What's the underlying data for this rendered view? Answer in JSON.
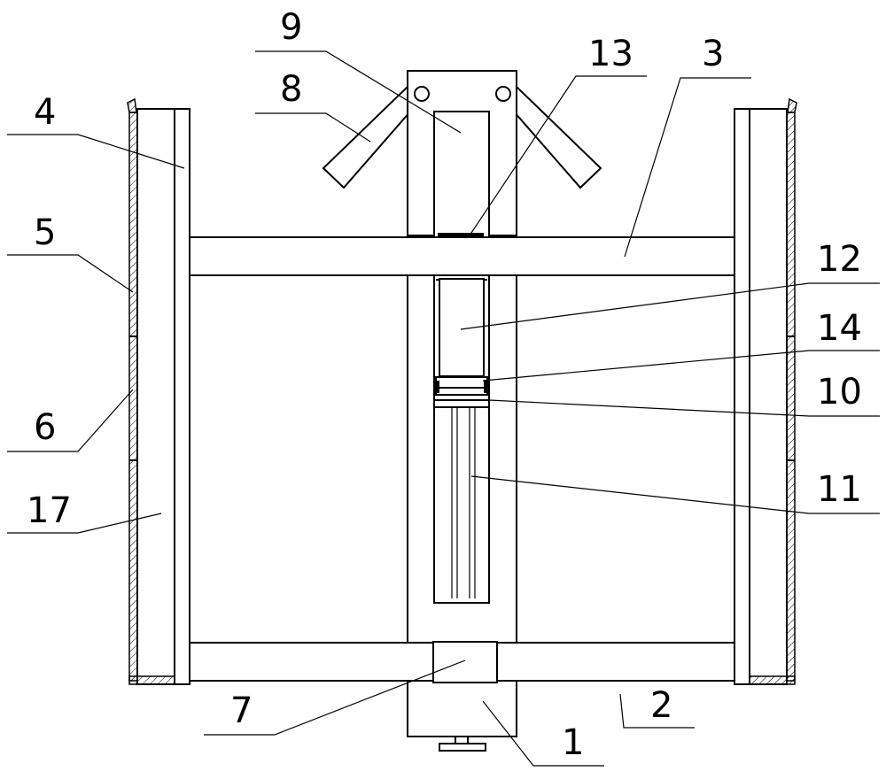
{
  "labels": {
    "l1": "1",
    "l2": "2",
    "l3": "3",
    "l4": "4",
    "l5": "5",
    "l6": "6",
    "l7": "7",
    "l8": "8",
    "l9": "9",
    "l10": "10",
    "l11": "11",
    "l12": "12",
    "l13": "13",
    "l14": "14",
    "l17": "17"
  }
}
